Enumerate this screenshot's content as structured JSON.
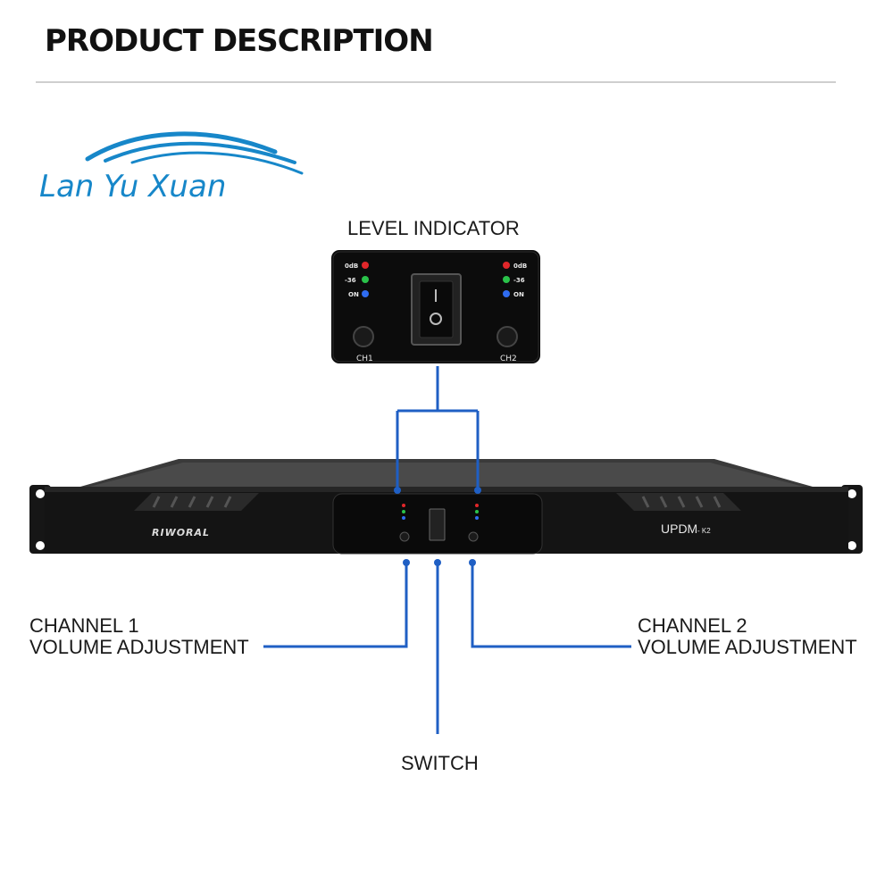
{
  "header": {
    "title": "PRODUCT DESCRIPTION"
  },
  "logo": {
    "text": "Lan Yu Xuan",
    "color": "#1787c9"
  },
  "callouts": {
    "level_indicator": "LEVEL INDICATOR",
    "channel1_line1": "CHANNEL 1",
    "channel1_line2": "VOLUME ADJUSTMENT",
    "channel2_line1": "CHANNEL 2",
    "channel2_line2": "VOLUME ADJUSTMENT",
    "switch": "SWITCH"
  },
  "panel_closeup": {
    "left_levels": [
      "0dB",
      "-36",
      "ON"
    ],
    "right_levels": [
      "0dB",
      "-36",
      "ON"
    ],
    "led_colors": [
      "#e0262a",
      "#2ac24a",
      "#2f6cf0"
    ],
    "ch1_label": "CH1",
    "ch2_label": "CH2"
  },
  "amplifier": {
    "brand": "RIWORAL",
    "model": "UPDM",
    "model_suffix": "- K2"
  },
  "colors": {
    "callout_line": "#1f5fc4",
    "panel": "#0c0c0c"
  }
}
